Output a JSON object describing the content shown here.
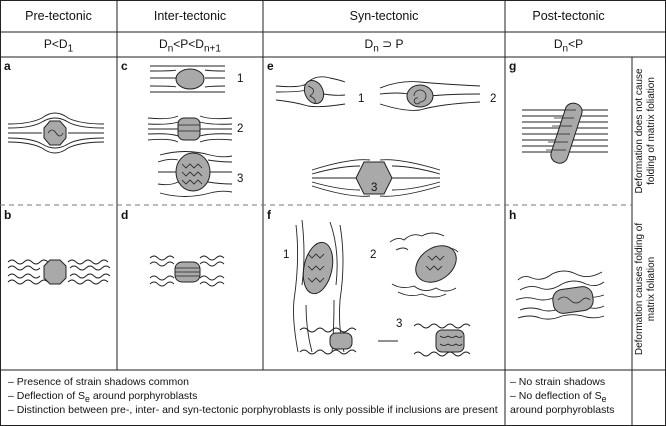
{
  "columns": [
    {
      "id": "pre",
      "title": "Pre-tectonic",
      "relation": "P<D1"
    },
    {
      "id": "inter",
      "title": "Inter-tectonic",
      "relation": "Dn<P<Dn+1"
    },
    {
      "id": "syn",
      "title": "Syn-tectonic",
      "relation": "Dn ⊃ P"
    },
    {
      "id": "post",
      "title": "Post-tectonic",
      "relation": "Dn<P"
    }
  ],
  "relations_rich": {
    "pre": {
      "a": "P<D",
      "b": "1"
    },
    "inter": {
      "a": "D",
      "b": "n",
      "c": "<P<D",
      "d": "n+1"
    },
    "syn": {
      "a": "D",
      "b": "n",
      "c": " ⊃ P"
    },
    "post": {
      "a": "D",
      "b": "n",
      "c": "<P"
    }
  },
  "panel_labels": [
    "a",
    "b",
    "c",
    "d",
    "e",
    "f",
    "g",
    "h"
  ],
  "sub_numbers": [
    "1",
    "2",
    "3"
  ],
  "row_labels": {
    "top": "Deformation does not cause folding of matrix foliation",
    "bottom": "Deformation causes folding of matrix foliation"
  },
  "footer_left": [
    "– Presence of strain shadows common",
    "– Deflection of Se around porphyroblasts",
    "– Distinction between pre-, inter- and syn-tectonic porphyroblasts is only possible if inclusions are present"
  ],
  "footer_left_rich": {
    "pre": "– Deflection of S",
    "sub": "e",
    "post": " around porphyroblasts"
  },
  "footer_right": [
    "– No strain shadows",
    "– No deflection of Se",
    "around porphyroblasts"
  ],
  "footer_right_rich": {
    "pre": "– No deflection of S",
    "sub": "e"
  },
  "colors": {
    "lines": "#222222",
    "grain": "#a9a9a9",
    "dash": "#777777"
  }
}
